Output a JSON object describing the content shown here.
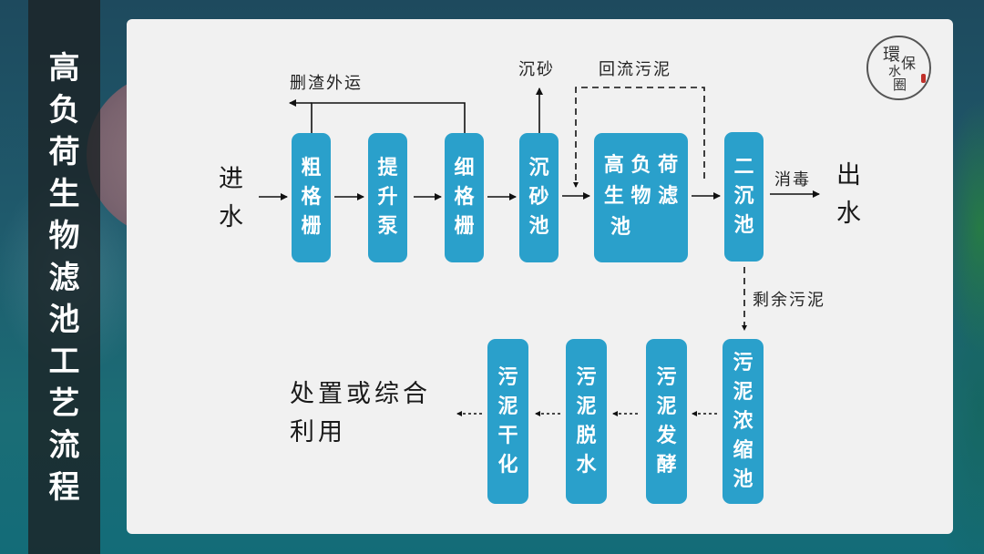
{
  "title": {
    "text": "高负荷生物滤池工艺流程",
    "chars": [
      "高",
      "负",
      "荷",
      "生",
      "物",
      "滤",
      "池",
      "工",
      "艺",
      "流",
      "程"
    ]
  },
  "logo": {
    "chars": [
      "環",
      "保",
      "水",
      "圈"
    ],
    "seal_color": "#c0302a"
  },
  "colors": {
    "box_fill": "#2aa0cb",
    "card_bg": "#f1f1f1",
    "title_band": "#1c2224"
  },
  "diagram": {
    "inlet": [
      "进",
      "水"
    ],
    "outlet": [
      "出",
      "水"
    ],
    "final_disposal": [
      "处置或综合",
      "利用"
    ],
    "main_flow": [
      {
        "id": "coarse-screen",
        "chars": [
          "粗",
          "格",
          "栅"
        ]
      },
      {
        "id": "lift-pump",
        "chars": [
          "提",
          "升",
          "泵"
        ]
      },
      {
        "id": "fine-screen",
        "chars": [
          "细",
          "格",
          "栅"
        ]
      },
      {
        "id": "grit-chamber",
        "chars": [
          "沉",
          "砂",
          "池"
        ]
      },
      {
        "id": "hlbf",
        "rows": [
          [
            "高",
            "负",
            "荷"
          ],
          [
            "生",
            "物",
            "滤"
          ],
          [
            "池"
          ]
        ]
      },
      {
        "id": "secondary-clarifier",
        "chars": [
          "二",
          "沉",
          "池"
        ]
      }
    ],
    "sludge_flow": [
      {
        "id": "sludge-thickener",
        "chars": [
          "污",
          "泥",
          "浓",
          "缩",
          "池"
        ]
      },
      {
        "id": "sludge-fermentation",
        "chars": [
          "污",
          "泥",
          "发",
          "酵"
        ]
      },
      {
        "id": "sludge-dewatering",
        "chars": [
          "污",
          "泥",
          "脱",
          "水"
        ]
      },
      {
        "id": "sludge-drying",
        "chars": [
          "污",
          "泥",
          "干",
          "化"
        ]
      }
    ],
    "labels": {
      "screenings": "删渣外运",
      "grit": "沉砂",
      "return_sludge": "回流污泥",
      "disinfection": "消毒",
      "excess_sludge": "剩余污泥"
    }
  }
}
